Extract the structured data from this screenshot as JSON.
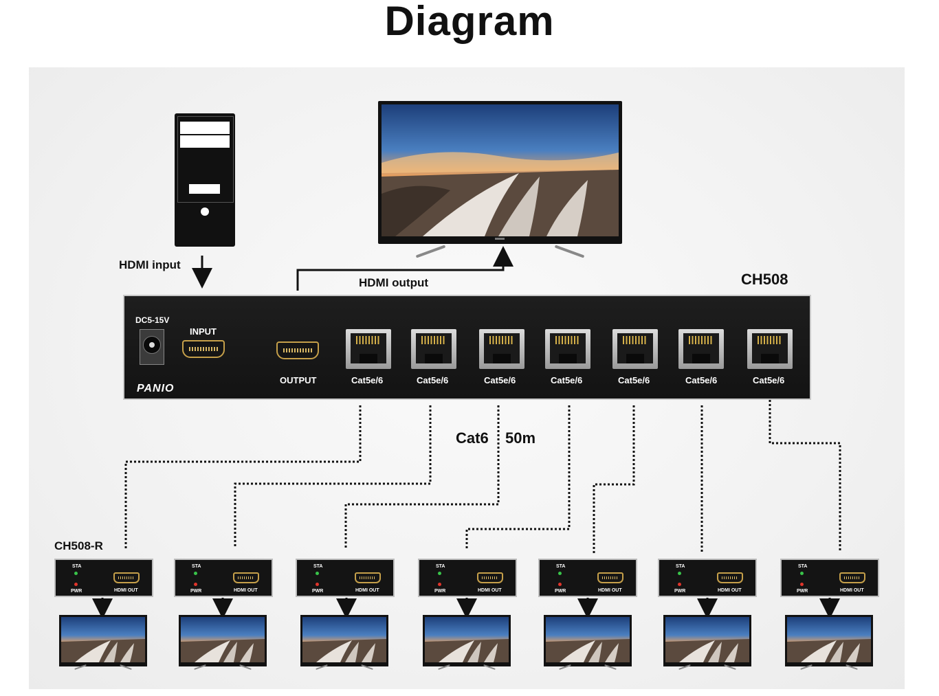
{
  "title": "Diagram",
  "source": {
    "label": "HDMI input",
    "icon": "pc-tower-icon"
  },
  "display": {
    "label": "HDMI output",
    "icon": "tv-icon"
  },
  "extender": {
    "model": "CH508",
    "power_label": "DC5-15V",
    "input_label": "INPUT",
    "output_label": "OUTPUT",
    "brand": "PANIO",
    "ports": [
      "Cat5e/6",
      "Cat5e/6",
      "Cat5e/6",
      "Cat5e/6",
      "Cat5e/6",
      "Cat5e/6",
      "Cat5e/6"
    ]
  },
  "cable": {
    "label_type": "Cat6",
    "label_distance": "50m"
  },
  "receiver": {
    "model": "CH508-R",
    "sta_label": "STA",
    "pwr_label": "PWR",
    "out_label": "HDMI OUT",
    "count": 7
  },
  "colors": {
    "device": "#141414",
    "connector_gold": "#c6a04a",
    "led_green": "#39c44a",
    "led_red": "#e0352b"
  }
}
